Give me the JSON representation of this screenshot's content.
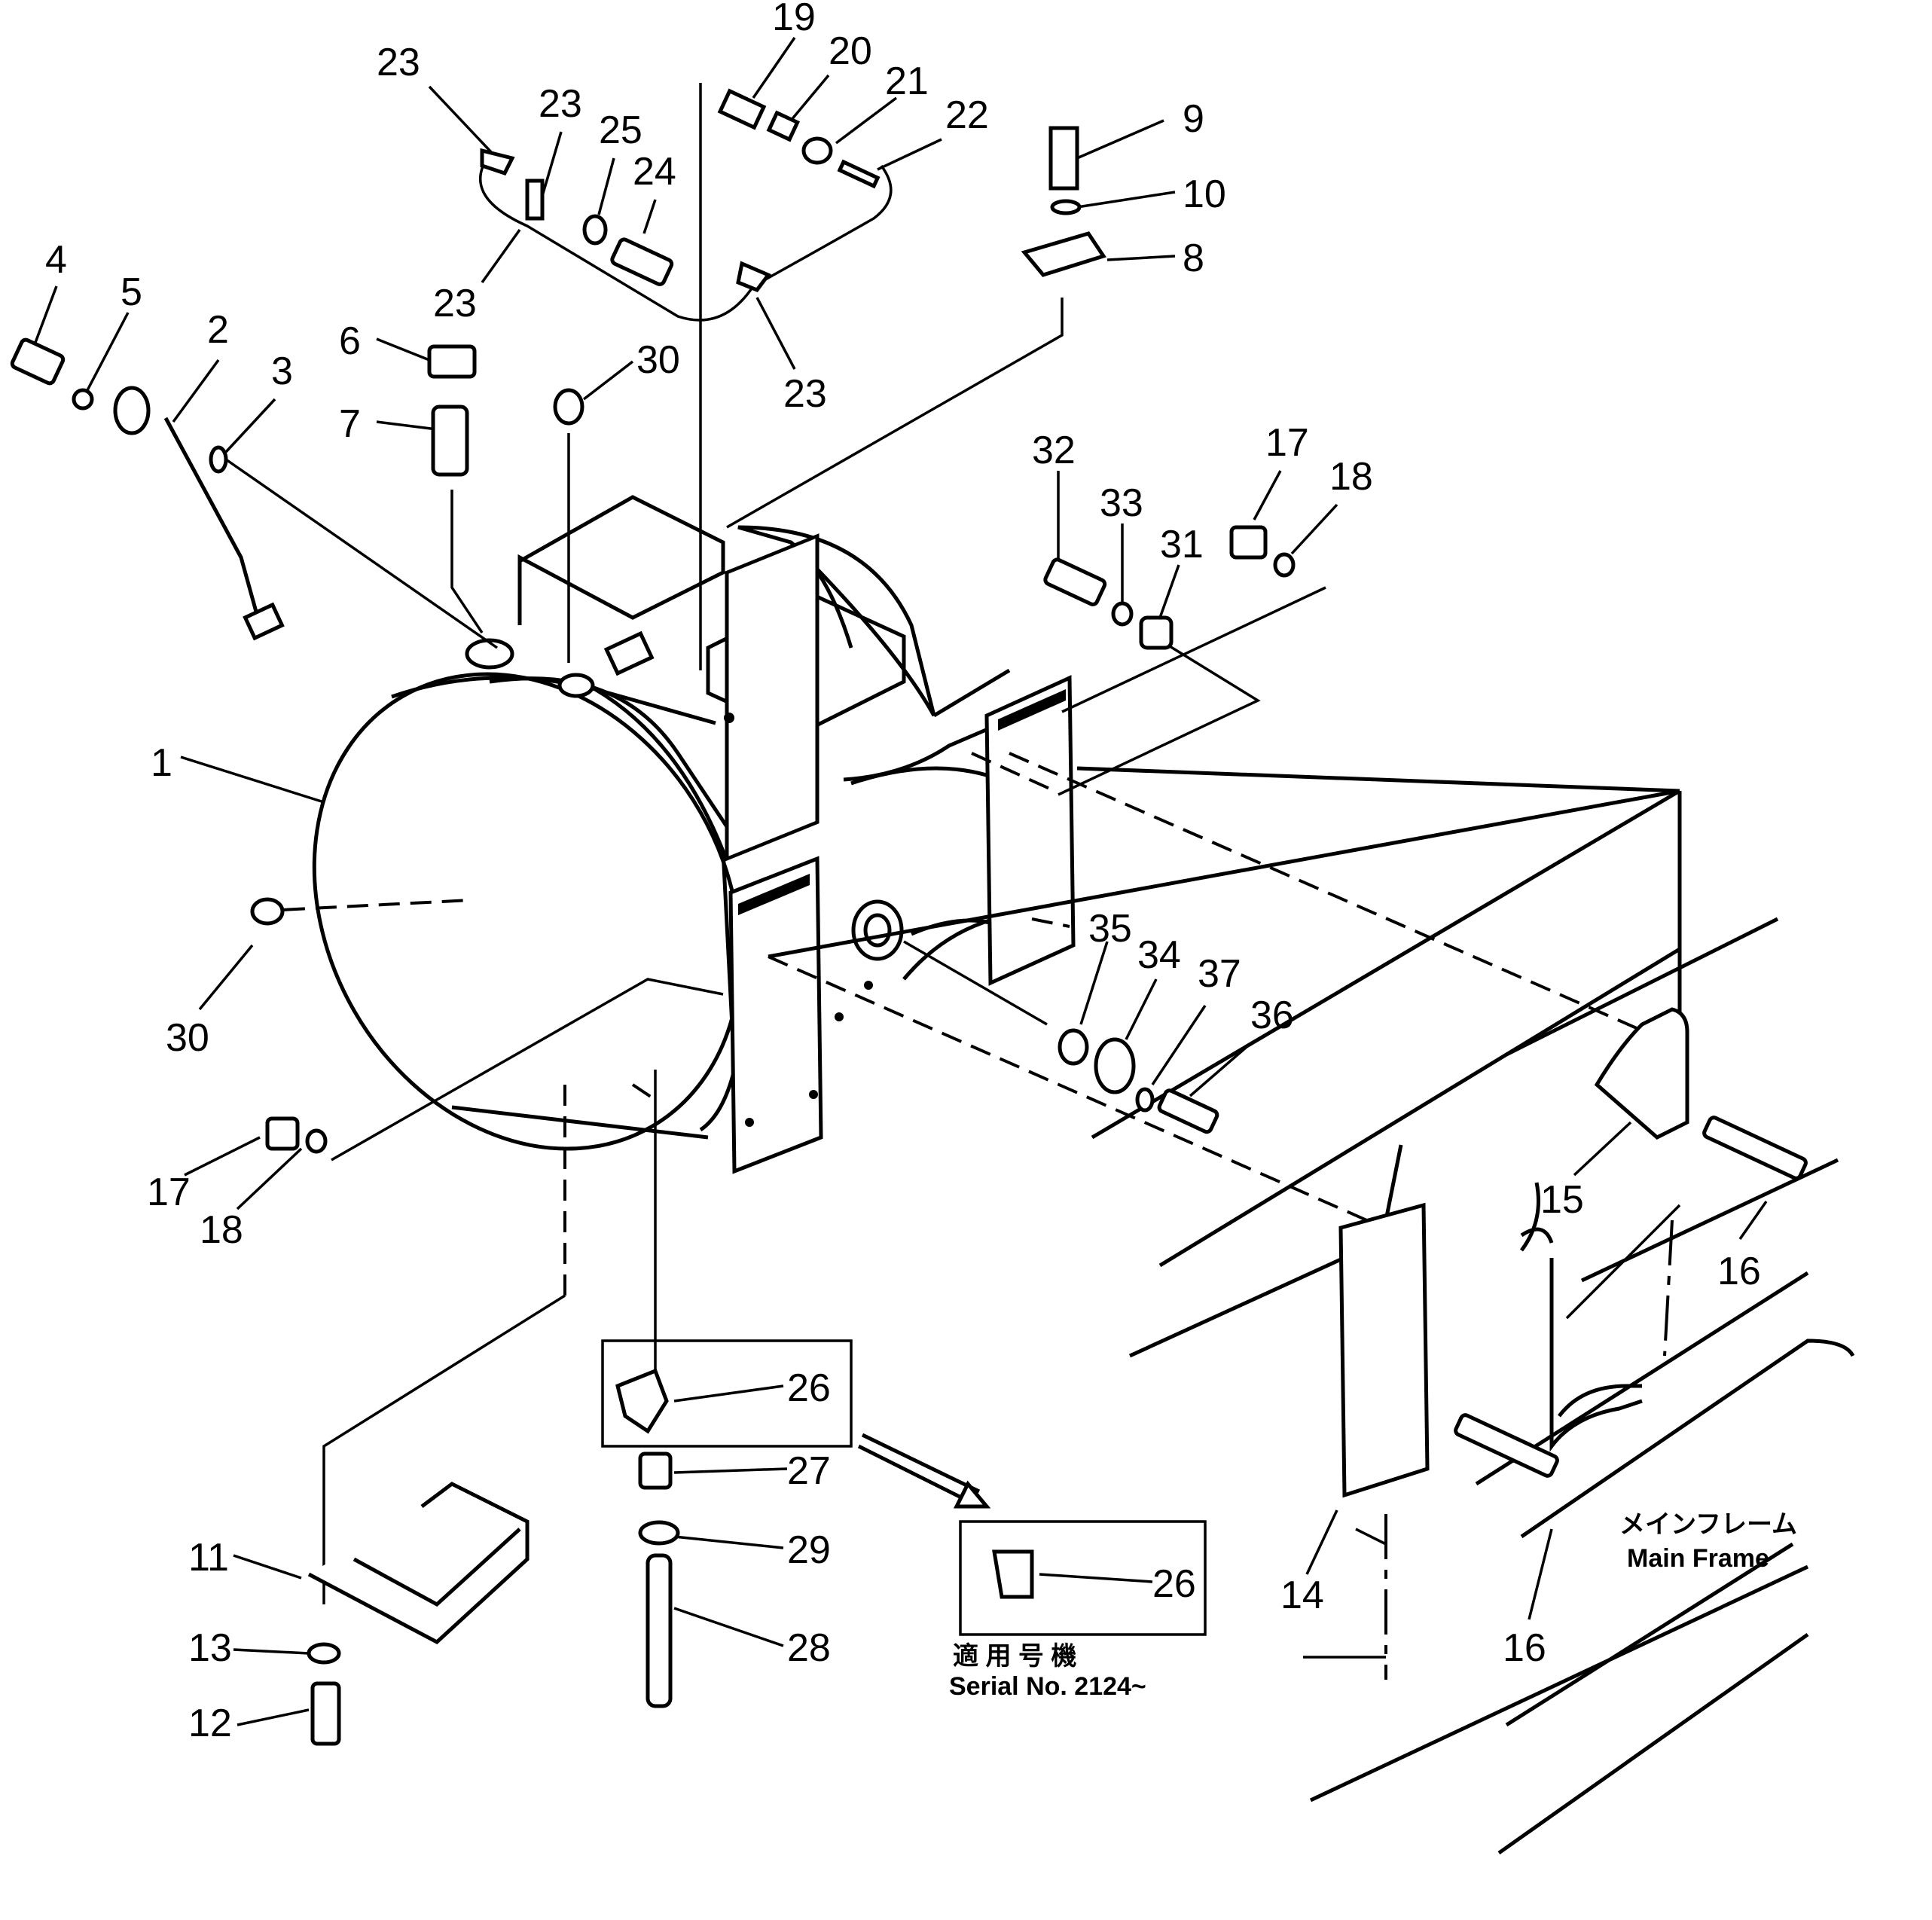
{
  "labels": {
    "n1": "1",
    "n2": "2",
    "n3": "3",
    "n4": "4",
    "n5": "5",
    "n6": "6",
    "n7": "7",
    "n8": "8",
    "n9": "9",
    "n10": "10",
    "n11": "11",
    "n12": "12",
    "n13": "13",
    "n14": "14",
    "n15": "15",
    "n16a": "16",
    "n16b": "16",
    "n17a": "17",
    "n17b": "17",
    "n18a": "18",
    "n18b": "18",
    "n19": "19",
    "n20": "20",
    "n21": "21",
    "n22": "22",
    "n23a": "23",
    "n23b": "23",
    "n23c": "23",
    "n23d": "23",
    "n24": "24",
    "n25": "25",
    "n26a": "26",
    "n26b": "26",
    "n27": "27",
    "n28": "28",
    "n29": "29",
    "n30a": "30",
    "n30b": "30",
    "n31": "31",
    "n32": "32",
    "n33": "33",
    "n34": "34",
    "n35": "35",
    "n36": "36",
    "n37": "37"
  },
  "main_frame": {
    "jp": "メインフレーム",
    "en": "Main Frame"
  },
  "serial": {
    "jp": "適 用 号 機",
    "en": "Serial No. 2124~"
  }
}
